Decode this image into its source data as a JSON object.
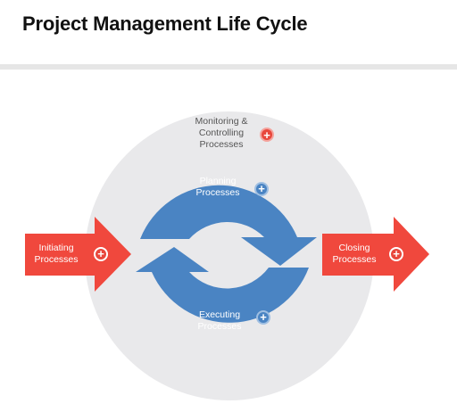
{
  "page": {
    "title": "Project Management Life Cycle"
  },
  "diagram": {
    "nodes": [
      {
        "id": "monitoring",
        "label": "Monitoring &\nControlling\nProcesses"
      },
      {
        "id": "planning",
        "label": "Planning\nProcesses"
      },
      {
        "id": "executing",
        "label": "Executing\nProcesses"
      },
      {
        "id": "initiating",
        "label": "Initiating\nProcesses"
      },
      {
        "id": "closing",
        "label": "Closing\nProcesses"
      }
    ],
    "expand_symbol": "+",
    "colors": {
      "outer_circle": "#e9e9eb",
      "cycle_arrows": "#4a84c3",
      "side_arrows": "#f0483d",
      "accent_red": "#e8473c"
    }
  }
}
